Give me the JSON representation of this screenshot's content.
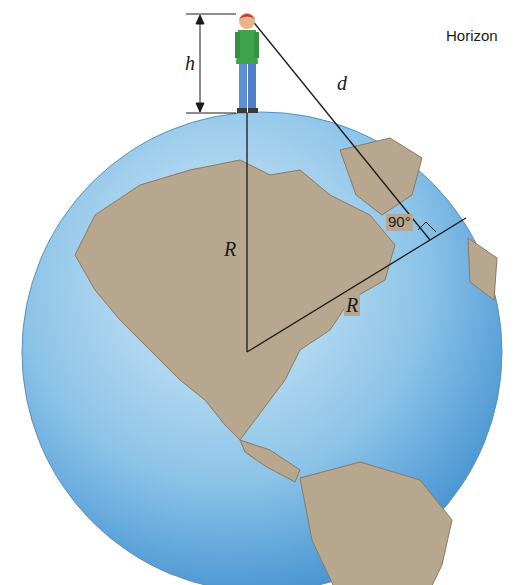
{
  "diagram": {
    "labels": [
      "h",
      "d",
      "Horizon",
      "90°",
      "R",
      "R"
    ]
  }
}
